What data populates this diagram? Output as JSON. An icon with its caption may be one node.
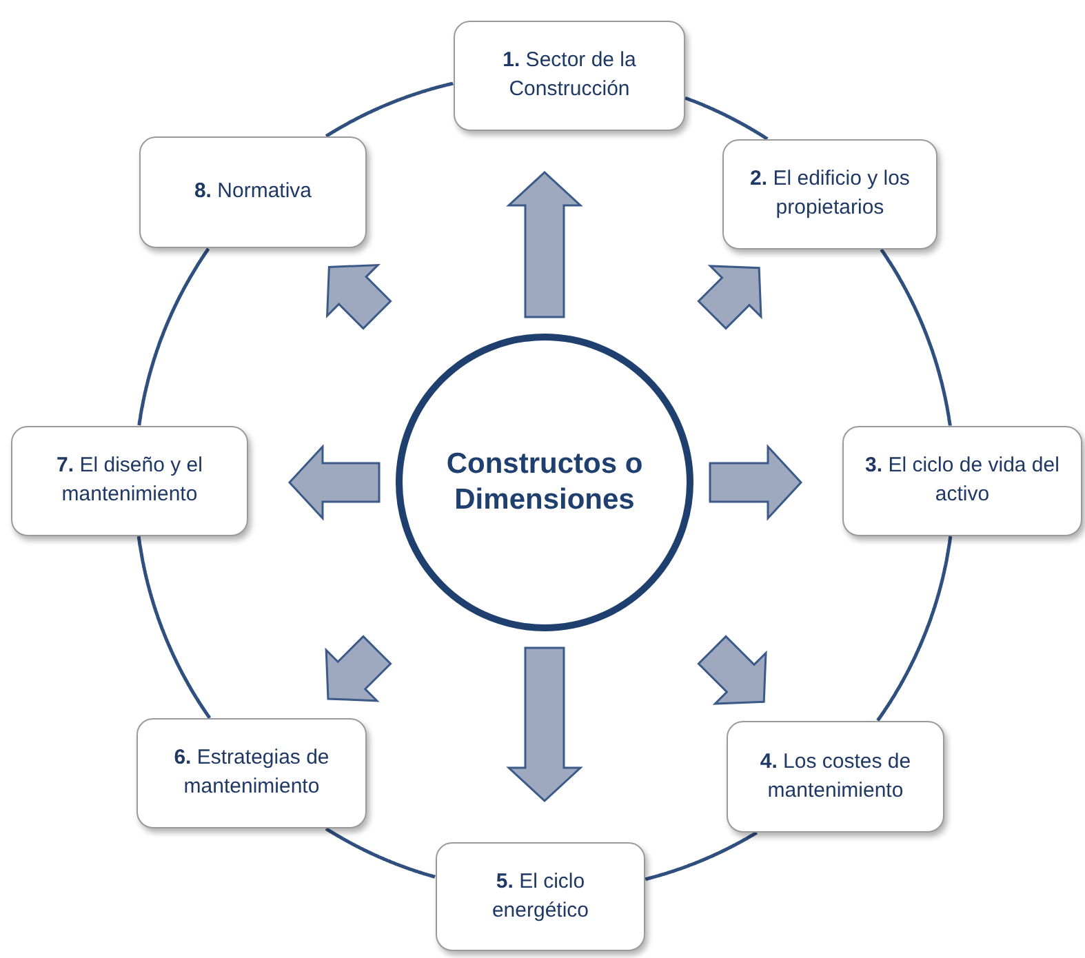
{
  "diagram": {
    "nodes": [
      {
        "text": [
          "Constructos o Dimensiones"
        ]
      },
      {
        "text": [
          "**1.** Sector de la Construcción"
        ]
      },
      {
        "text": [
          "**2.** El edificio y los propietarios"
        ]
      },
      {
        "text": [
          "**3.** El ciclo de vida del activo"
        ]
      },
      {
        "text": [
          "**4.** Los costes de mantenimiento"
        ]
      },
      {
        "text": [
          "**5.** El ciclo energético"
        ]
      },
      {
        "text": [
          "**6.** Estrategias de mantenimiento"
        ]
      },
      {
        "text": [
          "**7.** El diseño y el mantenimiento"
        ]
      },
      {
        "text": [
          "**8.** Normativa"
        ]
      }
    ],
    "edges": [
      {
        "from": 0,
        "to": 1,
        "arrow": "to",
        "style": "thick"
      },
      {
        "from": 0,
        "to": 2,
        "arrow": "to",
        "style": "thick"
      },
      {
        "from": 0,
        "to": 3,
        "arrow": "to",
        "style": "thick"
      },
      {
        "from": 0,
        "to": 4,
        "arrow": "to",
        "style": "thick"
      },
      {
        "from": 0,
        "to": 5,
        "arrow": "to",
        "style": "thick"
      },
      {
        "from": 0,
        "to": 6,
        "arrow": "to",
        "style": "thick"
      },
      {
        "from": 0,
        "to": 7,
        "arrow": "to",
        "style": "thick"
      },
      {
        "from": 0,
        "to": 8,
        "arrow": "to",
        "style": "thick"
      },
      {
        "from": 1,
        "to": 2,
        "arrow": "none"
      },
      {
        "from": 2,
        "to": 3,
        "arrow": "none"
      },
      {
        "from": 3,
        "to": 4,
        "arrow": "none"
      },
      {
        "from": 4,
        "to": 5,
        "arrow": "none"
      },
      {
        "from": 5,
        "to": 6,
        "arrow": "none"
      },
      {
        "from": 6,
        "to": 7,
        "arrow": "none"
      },
      {
        "from": 7,
        "to": 8,
        "arrow": "none"
      },
      {
        "from": 8,
        "to": 1,
        "arrow": "none"
      }
    ]
  }
}
